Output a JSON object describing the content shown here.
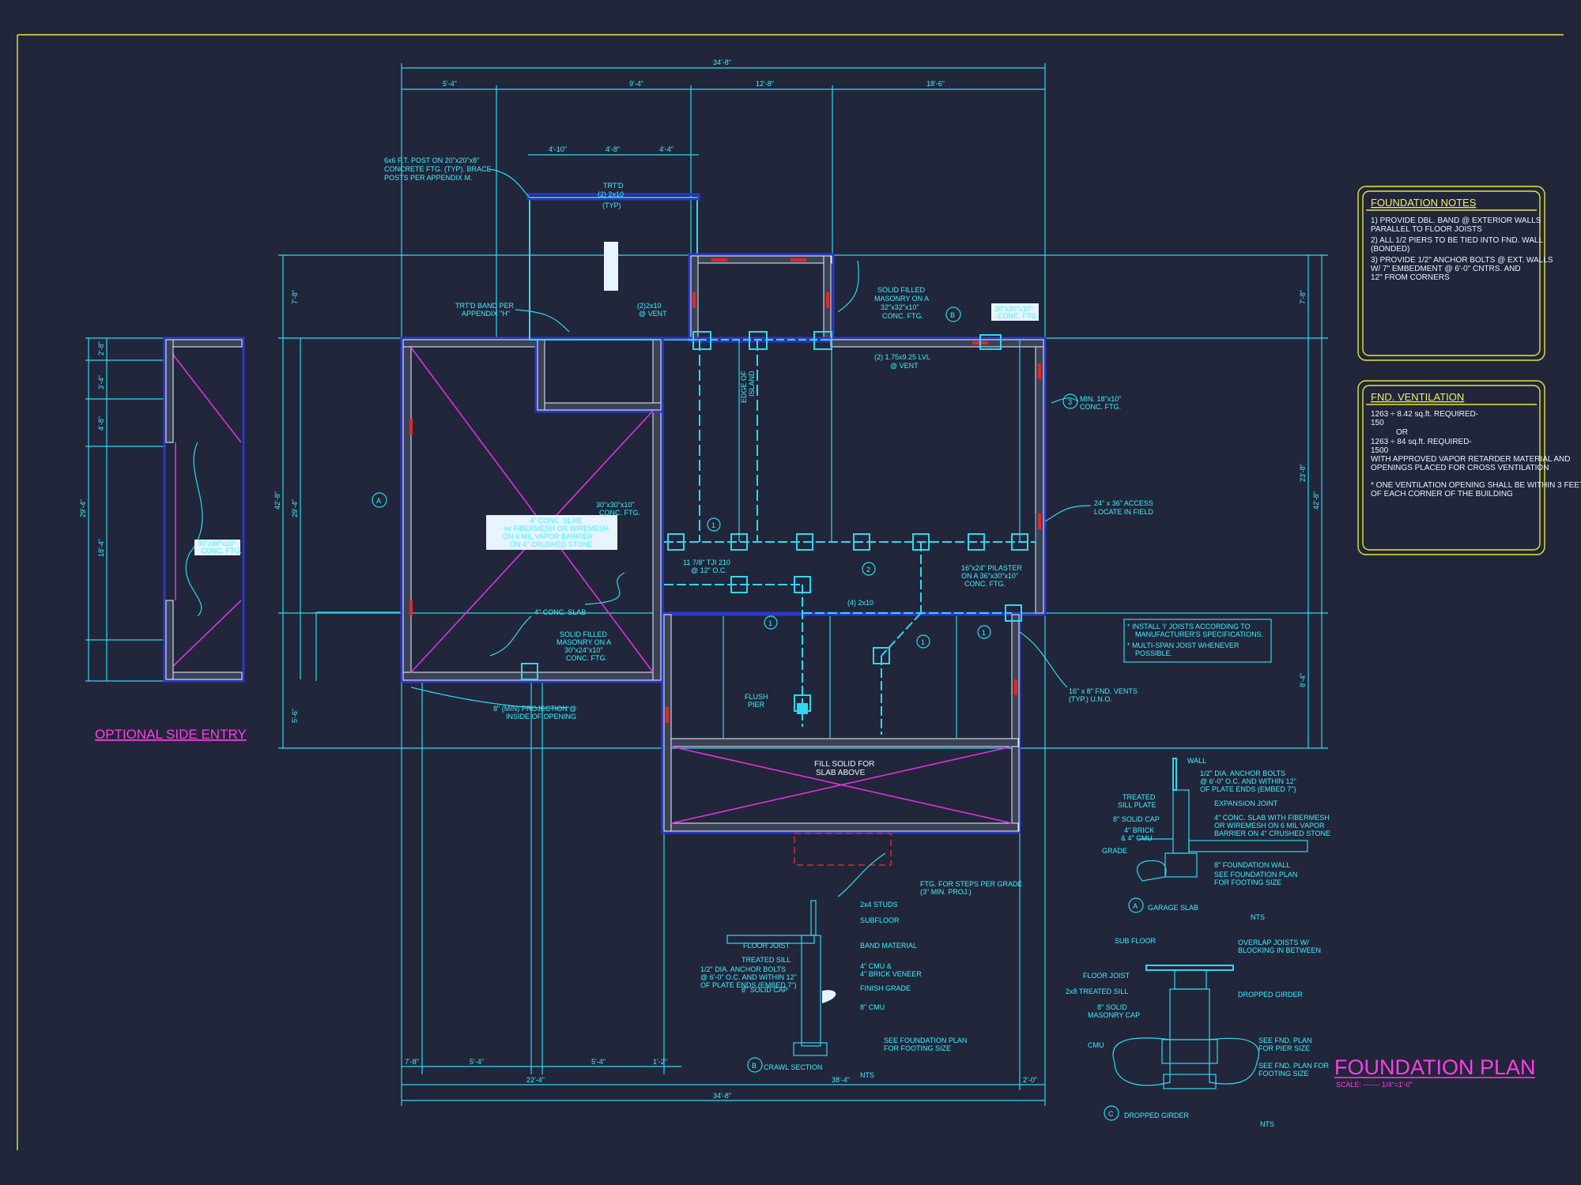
{
  "drawing": {
    "title": "FOUNDATION PLAN",
    "scale": "SCALE: ------- 1/4\"=1'-0\"",
    "optional_side_entry": "OPTIONAL SIDE ENTRY",
    "colors": {
      "background": "#21263a",
      "dims": "#2fd8f0",
      "accent": "#ff3de8",
      "border": "#e6e63a"
    }
  },
  "dims": {
    "overall_top": "34'-8\"",
    "top_segments": [
      "5'-4\"",
      "9'-4\"",
      "12'-8\"",
      "18'-6\""
    ],
    "porch": [
      "4'-10\"",
      "4'-8\"",
      "4'-4\""
    ],
    "overall_bottom": "34'-8\"",
    "bottom_segments": [
      "22'-4\"",
      "38'-4\"",
      "2'-0\""
    ],
    "bottom_sub": [
      "7'-8\"",
      "5'-4\"",
      "5'-4\"",
      "1'-2\""
    ],
    "left_overall": "42'-8\"",
    "left_mid": "29'-4\"",
    "left_top": "7'-8\"",
    "left_bottom": "5'-6\"",
    "right_overall": "42'-8\"",
    "right_mid": "23'-8\"",
    "right_top": "7'-8\"",
    "right_bottom": "8'-4\"",
    "side_overall": "29'-4\"",
    "side_mid": "18'-4\"",
    "side_a": "2'-8\"",
    "side_b": "3'-4\"",
    "side_c": "4'-8\""
  },
  "notes_plan": {
    "post": [
      "6x6 P.T. POST ON 20\"x20\"x8\"",
      "CONCRETE FTG. (TYP). BRACE",
      "POSTS PER APPENDIX M."
    ],
    "trtd_top": [
      "TRT'D",
      "(2) 2x10",
      "(TYP)"
    ],
    "trtd_band": [
      "TRT'D BAND PER",
      "APPENDIX \"H\""
    ],
    "vent_2x10": [
      "(2)2x10",
      "@ VENT"
    ],
    "solid_filled_top": [
      "SOLID FILLED",
      "MASONRY ON A",
      "32\"x32\"x10\"",
      "CONC. FTG."
    ],
    "lvl": [
      "(2) 1.75x9.25 LVL",
      "@ VENT"
    ],
    "min_ftg": [
      "MIN. 18\"x10\"",
      "CONC. FTG."
    ],
    "access": [
      "24\" x 36\" ACCESS",
      "LOCATE IN FIELD"
    ],
    "slab_box": [
      "4\" CONC. SLAB",
      "w/ FIBERMESH OR WIREMESH",
      "ON 6 MIL VAPOR BARRIER",
      "ON 4\" CRUSHED STONE"
    ],
    "ftg_30": [
      "30\"x30\"x10\"",
      "CONC. FTG."
    ],
    "slab_4": "4\" CONC. SLAB",
    "solid_filled_bottom": [
      "SOLID FILLED",
      "MASONRY ON A",
      "30\"x24\"x10\"",
      "CONC. FTG."
    ],
    "projection": [
      "8\" (MIN) PROJECTION @",
      "INSIDE OF OPENING"
    ],
    "pilaster": [
      "16\"x24\" PILASTER",
      "ON A 36\"x30\"x10\"",
      "CONC. FTG."
    ],
    "joist_notes": [
      "* INSTALL 'I' JOISTS ACCORDING TO",
      "MANUFACTURER'S SPECIFICATIONS.",
      "* MULTI-SPAN JOIST WHENEVER",
      "POSSIBLE."
    ],
    "vents": [
      "16\" x 8\" FND. VENTS",
      "(TYP.) U.N.O."
    ],
    "fill_solid": [
      "FILL SOLID FOR",
      "SLAB ABOVE"
    ],
    "steps": [
      "FTG. FOR STEPS PER GRADE",
      "(3\" MIN. PROJ.)"
    ],
    "tji_1": [
      "11 7/8\" TJI 210",
      "@ 12\" O.C."
    ],
    "girder_4": "(4) 2x10",
    "flush_pier": [
      "FLUSH",
      "PIER"
    ],
    "edge_island": [
      "EDGE OF",
      "ISLAND"
    ],
    "side_ftg": [
      "30\"x30\"x10\"",
      "CONC. FTG."
    ],
    "tag_b_box": [
      "30\"x30\"x10\"",
      "CONC. FTG."
    ]
  },
  "foundation_notes": {
    "title": "FOUNDATION NOTES",
    "lines": [
      "1) PROVIDE DBL. BAND @ EXTERIOR WALLS",
      "   PARALLEL TO FLOOR JOISTS",
      "2) ALL 1/2 PIERS TO BE TIED INTO FND. WALL",
      "   (BONDED)",
      "3) PROVIDE 1/2\" ANCHOR BOLTS @ EXT. WALLS",
      "   W/ 7\" EMBEDMENT @ 6'-0\" CNTRS. AND",
      "   12\" FROM CORNERS"
    ]
  },
  "ventilation": {
    "title": "FND. VENTILATION",
    "lines": [
      "1263 ÷ 8.42 sq.ft. REQUIRED-",
      "150",
      "OR",
      "1263 ÷ 84 sq.ft. REQUIRED-",
      "1500",
      "WITH APPROVED VAPOR RETARDER MATERIAL AND",
      "OPENINGS PLACED FOR CROSS VENTILATION",
      "",
      "* ONE VENTILATION OPENING SHALL BE WITHIN 3 FEET",
      "  OF EACH CORNER OF THE BUILDING"
    ]
  },
  "details": {
    "garage_slab": {
      "title": "GARAGE SLAB",
      "tag": "A",
      "nts": "NTS",
      "labels": [
        "WALL",
        "1/2\" DIA. ANCHOR BOLTS",
        "@ 6'-0\" O.C. AND WITHIN 12\"",
        "OF PLATE ENDS (EMBED 7\")",
        "TREATED",
        "SILL PLATE",
        "EXPANSION JOINT",
        "8\" SOLID CAP",
        "4\" CONC. SLAB WITH FIBERMESH",
        "OR WIREMESH ON 6 MIL VAPOR",
        "BARRIER ON 4\" CRUSHED STONE",
        "4\" BRICK",
        "& 4\" CMU",
        "GRADE",
        "8\" FOUNDATION WALL",
        "SEE FOUNDATION PLAN",
        "FOR FOOTING SIZE"
      ]
    },
    "crawl_section": {
      "title": "CRAWL SECTION",
      "tag": "B",
      "nts": "NTS",
      "labels": [
        "2x4 STUDS",
        "SUBFLOOR",
        "FLOOR JOIST",
        "BAND MATERIAL",
        "TREATED SILL",
        "1/2\" DIA. ANCHOR BOLTS",
        "@ 6'-0\" O.C. AND WITHIN 12\"",
        "OF PLATE ENDS (EMBED 7\")",
        "4\" CMU &",
        "4\" BRICK VENEER",
        "8\" SOLID CAP",
        "FINISH GRADE",
        "8\" CMU",
        "SEE FOUNDATION PLAN",
        "FOR FOOTING SIZE"
      ]
    },
    "dropped_girder": {
      "title": "DROPPED GIRDER",
      "tag": "C",
      "nts": "NTS",
      "labels": [
        "SUB FLOOR",
        "OVERLAP JOISTS W/",
        "BLOCKING IN BETWEEN",
        "FLOOR JOIST",
        "2x8 TREATED SILL",
        "DROPPED GIRDER",
        "8\" SOLID",
        "MASONRY CAP",
        "CMU",
        "SEE FND. PLAN",
        "FOR PIER SIZE",
        "SEE FND. PLAN FOR",
        "FOOTING SIZE"
      ]
    }
  },
  "tags": {
    "a": "A",
    "b": "B",
    "one": "1",
    "two": "2",
    "three": "3"
  }
}
